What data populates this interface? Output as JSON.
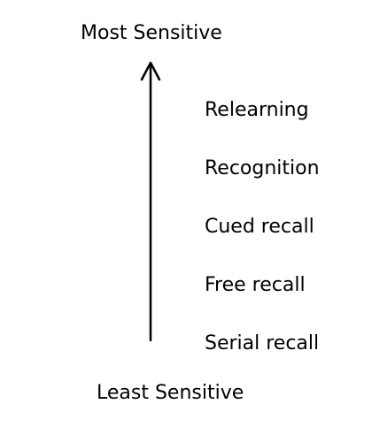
{
  "scale": {
    "top_label": "Most Sensitive",
    "bottom_label": "Least Sensitive"
  },
  "items": [
    {
      "label": "Relearning"
    },
    {
      "label": "Recognition"
    },
    {
      "label": "Cued recall"
    },
    {
      "label": "Free recall"
    },
    {
      "label": "Serial recall"
    }
  ],
  "colors": {
    "text": "#000000",
    "arrow": "#000000",
    "background": "#ffffff"
  }
}
